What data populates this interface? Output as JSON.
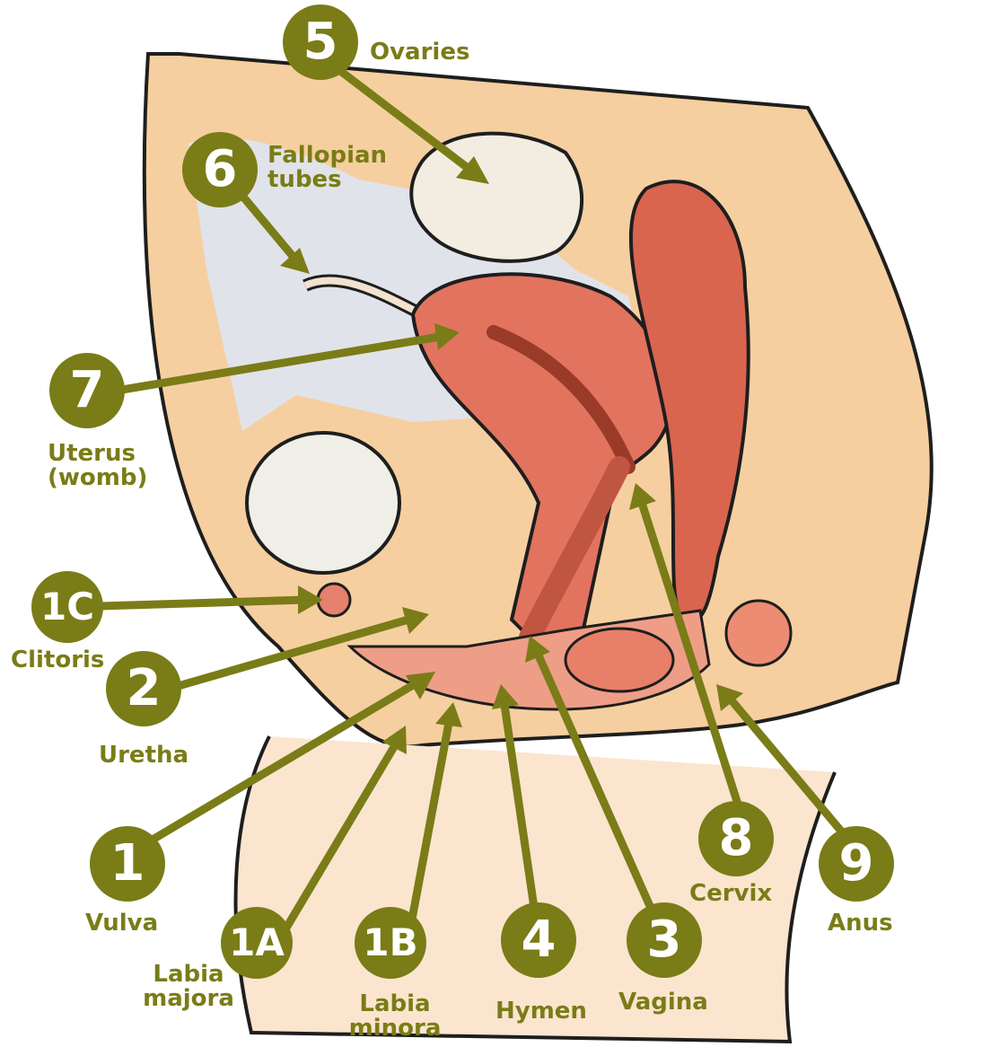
{
  "colors": {
    "accent": "#7a7c17",
    "skin": "#f6cfa0",
    "tissue": "#e2735f",
    "cavity": "#dfe4f2"
  },
  "labels": {
    "ovaries": {
      "num": "5",
      "text": "Ovaries"
    },
    "fallopian": {
      "num": "6",
      "text": "Fallopian\ntubes"
    },
    "uterus": {
      "num": "7",
      "text": "Uterus\n(womb)"
    },
    "clitoris": {
      "num": "1C",
      "text": "Clitoris"
    },
    "urethra": {
      "num": "2",
      "text": "Uretha"
    },
    "vulva": {
      "num": "1",
      "text": "Vulva"
    },
    "labia_majora": {
      "num": "1A",
      "text": "Labia\nmajora"
    },
    "labia_minora": {
      "num": "1B",
      "text": "Labia\nminora"
    },
    "hymen": {
      "num": "4",
      "text": "Hymen"
    },
    "vagina": {
      "num": "3",
      "text": "Vagina"
    },
    "cervix": {
      "num": "8",
      "text": "Cervix"
    },
    "anus": {
      "num": "9",
      "text": "Anus"
    }
  }
}
